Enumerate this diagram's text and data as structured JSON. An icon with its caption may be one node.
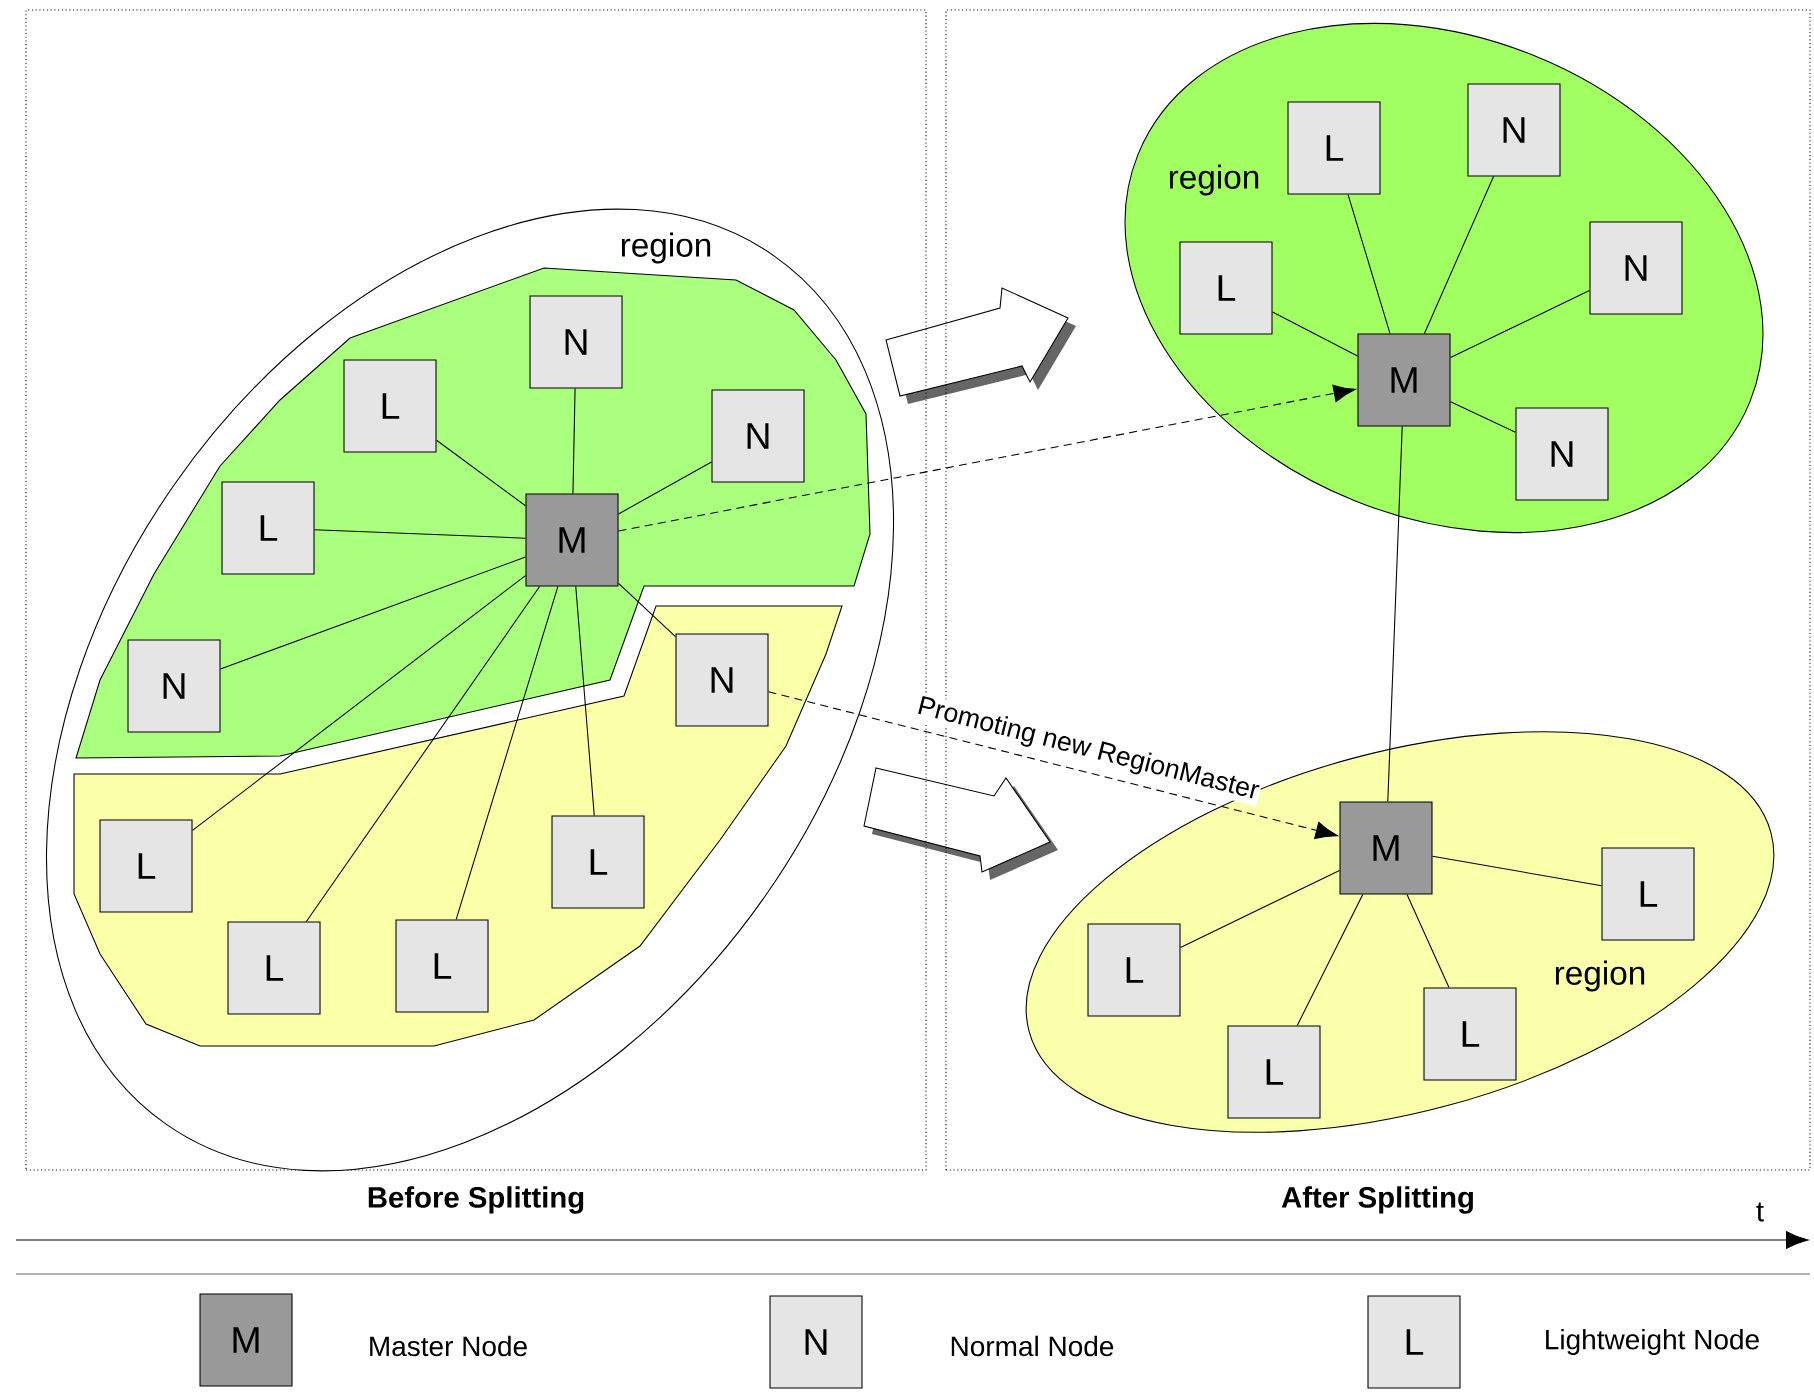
{
  "diagram": {
    "nodes": [
      {
        "text": [
          "Before Splitting"
        ]
      },
      {
        "text": [
          "After Splitting"
        ]
      },
      {
        "text": [
          "region"
        ],
        "in": 0
      },
      {
        "text": [
          "N"
        ],
        "in": 2
      },
      {
        "text": [
          "L"
        ],
        "in": 2
      },
      {
        "text": [
          "N"
        ],
        "in": 2
      },
      {
        "text": [
          "L"
        ],
        "in": 2
      },
      {
        "text": [
          "M"
        ],
        "in": 2
      },
      {
        "text": [
          "N"
        ],
        "in": 2
      },
      {
        "text": [
          "N"
        ],
        "in": 2
      },
      {
        "text": [
          "L"
        ],
        "in": 2
      },
      {
        "text": [
          "L"
        ],
        "in": 2
      },
      {
        "text": [
          "L"
        ],
        "in": 2
      },
      {
        "text": [
          "L"
        ],
        "in": 2
      },
      {
        "text": [
          "region"
        ],
        "in": 1
      },
      {
        "text": [
          "L"
        ],
        "in": 14
      },
      {
        "text": [
          "N"
        ],
        "in": 14
      },
      {
        "text": [
          "L"
        ],
        "in": 14
      },
      {
        "text": [
          "N"
        ],
        "in": 14
      },
      {
        "text": [
          "M"
        ],
        "in": 14
      },
      {
        "text": [
          "N"
        ],
        "in": 14
      },
      {
        "text": [
          "region"
        ],
        "in": 1
      },
      {
        "text": [
          "M"
        ],
        "in": 21
      },
      {
        "text": [
          "L"
        ],
        "in": 21
      },
      {
        "text": [
          "L"
        ],
        "in": 21
      },
      {
        "text": [
          "L"
        ],
        "in": 21
      },
      {
        "text": [
          "L"
        ],
        "in": 21
      },
      {
        "text": [
          "M"
        ],
        "beside": [
          "Master Node"
        ]
      },
      {
        "text": [
          "N"
        ],
        "beside": [
          "Normal Node"
        ]
      },
      {
        "text": [
          "L"
        ],
        "beside": [
          "Lightweight Node"
        ]
      }
    ],
    "edges": [
      {
        "from": 7,
        "to": 3,
        "arrow": "none"
      },
      {
        "from": 7,
        "to": 4,
        "arrow": "none"
      },
      {
        "from": 7,
        "to": 5,
        "arrow": "none"
      },
      {
        "from": 7,
        "to": 6,
        "arrow": "none"
      },
      {
        "from": 7,
        "to": 8,
        "arrow": "none"
      },
      {
        "from": 7,
        "to": 9,
        "arrow": "none"
      },
      {
        "from": 7,
        "to": 10,
        "arrow": "none"
      },
      {
        "from": 7,
        "to": 11,
        "arrow": "none"
      },
      {
        "from": 7,
        "to": 12,
        "arrow": "none"
      },
      {
        "from": 7,
        "to": 13,
        "arrow": "none"
      },
      {
        "from": 7,
        "to": 19,
        "arrow": "to",
        "style": "dashed"
      },
      {
        "from": 9,
        "to": 22,
        "arrow": "to",
        "style": "dashed",
        "label": "Promoting new RegionMaster"
      },
      {
        "from": 19,
        "to": 15,
        "arrow": "none"
      },
      {
        "from": 19,
        "to": 16,
        "arrow": "none"
      },
      {
        "from": 19,
        "to": 17,
        "arrow": "none"
      },
      {
        "from": 19,
        "to": 18,
        "arrow": "none"
      },
      {
        "from": 19,
        "to": 20,
        "arrow": "none"
      },
      {
        "from": 19,
        "to": 22,
        "arrow": "none"
      },
      {
        "from": 22,
        "to": 23,
        "arrow": "none"
      },
      {
        "from": 22,
        "to": 24,
        "arrow": "none"
      },
      {
        "from": 22,
        "to": 25,
        "arrow": "none"
      },
      {
        "from": 22,
        "to": 26,
        "arrow": "none"
      }
    ],
    "labels": [
      "t"
    ]
  }
}
